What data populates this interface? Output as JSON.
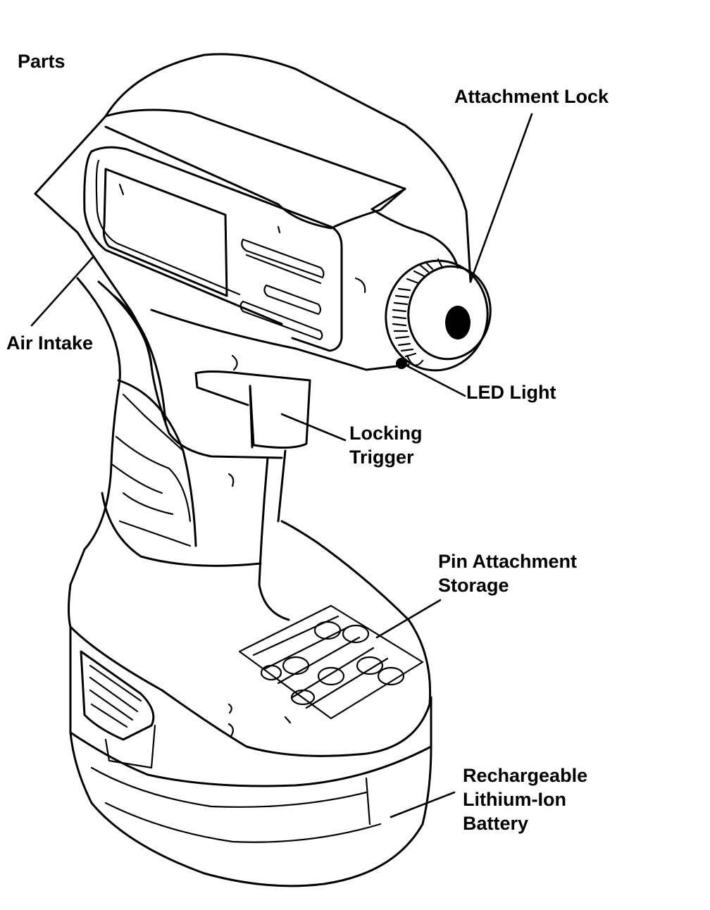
{
  "title": "Parts",
  "labels": {
    "attachment_lock": "Attachment Lock",
    "air_intake": "Air Intake",
    "led_light": "LED Light",
    "locking_trigger": [
      "Locking",
      "Trigger"
    ],
    "pin_attachment_storage": [
      "Pin Attachment",
      "Storage"
    ],
    "battery": [
      "Rechargeable",
      "Lithium-Ion",
      "Battery"
    ]
  },
  "icons": {
    "device": "cordless-inflator-illustration"
  }
}
